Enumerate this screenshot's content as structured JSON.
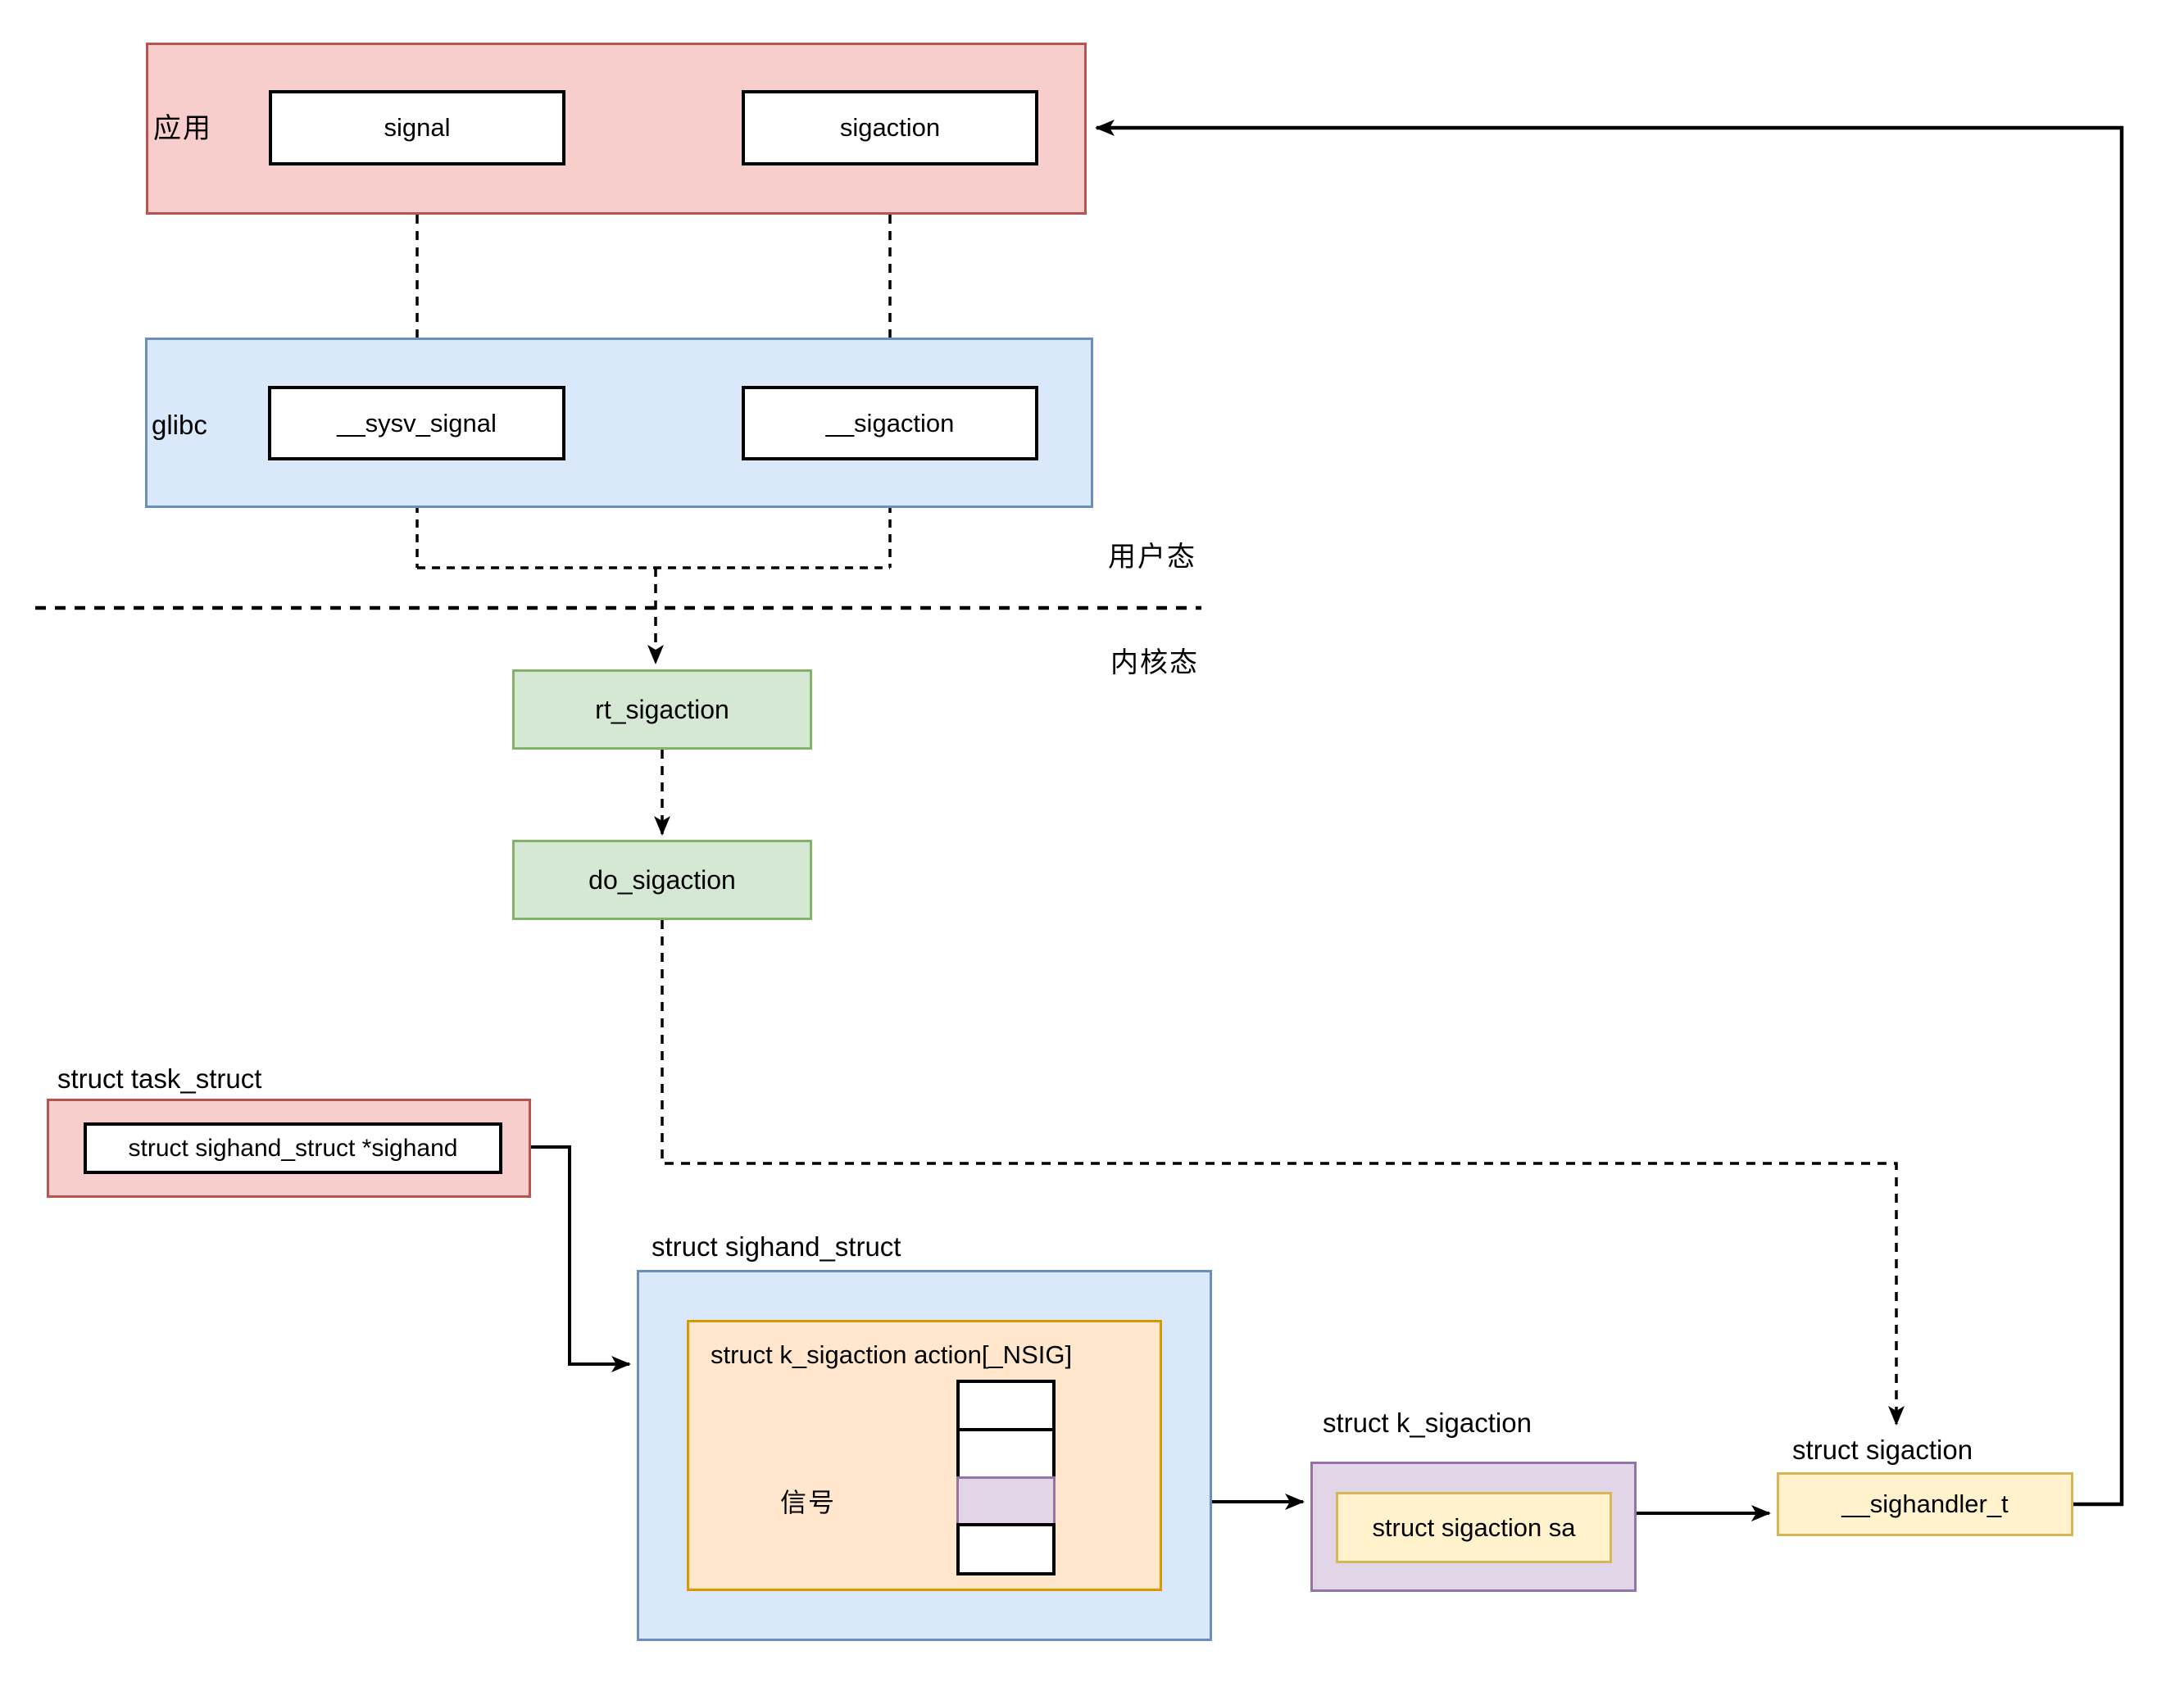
{
  "colors": {
    "pink-fill": "#f8cecc",
    "pink-stroke": "#b85450",
    "blue-fill": "#dae8fc",
    "blue-stroke": "#6c8ebf",
    "green-fill": "#d5e8d4",
    "green-stroke": "#82b366",
    "orange-fill": "#ffe6cc",
    "orange-stroke": "#d79b00",
    "purple-fill": "#e1d5e7",
    "purple-stroke": "#9673a6",
    "yellow-fill": "#fff2cc",
    "yellow-stroke": "#d6b656",
    "line": "#000000"
  },
  "diagram": {
    "app": {
      "label": "应用",
      "signal": "signal",
      "sigaction": "sigaction"
    },
    "glibc": {
      "label": "glibc",
      "sysv_signal": "__sysv_signal",
      "sigaction": "__sigaction"
    },
    "boundary": {
      "user": "用户态",
      "kernel": "内核态"
    },
    "kernel_calls": {
      "rt_sigaction": "rt_sigaction",
      "do_sigaction": "do_sigaction"
    },
    "task_struct": {
      "title": "struct task_struct",
      "field": "struct sighand_struct *sighand"
    },
    "sighand_struct": {
      "title": "struct sighand_struct",
      "array_label": "struct k_sigaction action[_NSIG]",
      "signal_pointer": "信号",
      "array_cells": 4,
      "highlighted_cell_index": 2
    },
    "k_sigaction": {
      "title": "struct k_sigaction",
      "field": "struct sigaction sa"
    },
    "sigaction_struct": {
      "title": "struct sigaction",
      "field": "__sighandler_t"
    }
  }
}
